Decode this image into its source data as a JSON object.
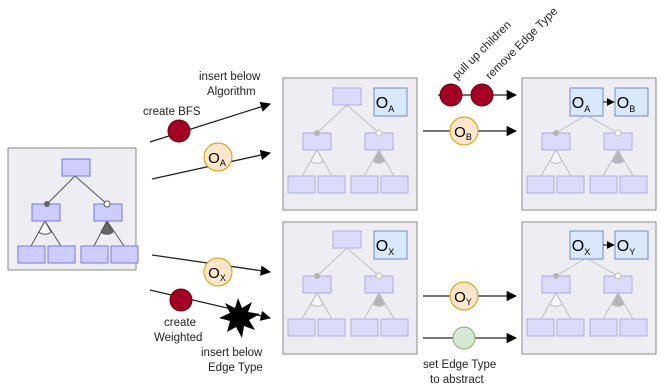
{
  "colors": {
    "panel_fill": "#eeeef2",
    "panel_stroke": "#8a8a8a",
    "node_fill": "#ccccff",
    "node_stroke": "#7b7bd6",
    "node_faded_fill": "#e2e2ff",
    "node_faded_stroke": "#b8b8ee",
    "op_box_fill": "#dae8fc",
    "op_box_stroke": "#6c8ebf",
    "op_circle_fill": "#ffe6cc",
    "op_circle_stroke": "#d79b00",
    "dark_red": "#a20025",
    "light_green": "#d5e8d4",
    "green_stroke": "#82b366"
  },
  "labels": {
    "create_bfs": "create BFS",
    "insert_below_algorithm_1": "insert below",
    "insert_below_algorithm_2": "Algorithm",
    "pull_up_children": "pull up children",
    "remove_edge_type": "remove Edge Type",
    "create_weighted_1": "create",
    "create_weighted_2": "Weighted",
    "insert_below_edge_type_1": "insert below",
    "insert_below_edge_type_2": "Edge Type",
    "set_edge_type_1": "set Edge Type",
    "set_edge_type_2": "to abstract"
  },
  "ops": {
    "o_main": "O",
    "sub_a": "A",
    "sub_b": "B",
    "sub_x": "X",
    "sub_y": "Y"
  }
}
